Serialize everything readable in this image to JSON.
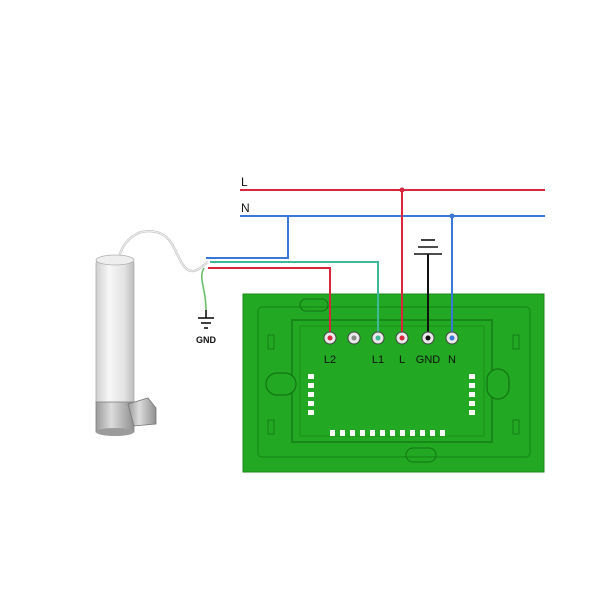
{
  "lines": {
    "live_label": "L",
    "neutral_label": "N"
  },
  "motor": {
    "ground_label": "GND"
  },
  "terminals": {
    "labels": [
      "L2",
      "L1",
      "L",
      "GND",
      "N"
    ]
  },
  "colors": {
    "live_wire": "#d8273d",
    "neutral_wire": "#3a78d8",
    "l1_wire": "#3fb89a",
    "ground_wire": "#111111",
    "switch_plate": "#22a822"
  }
}
